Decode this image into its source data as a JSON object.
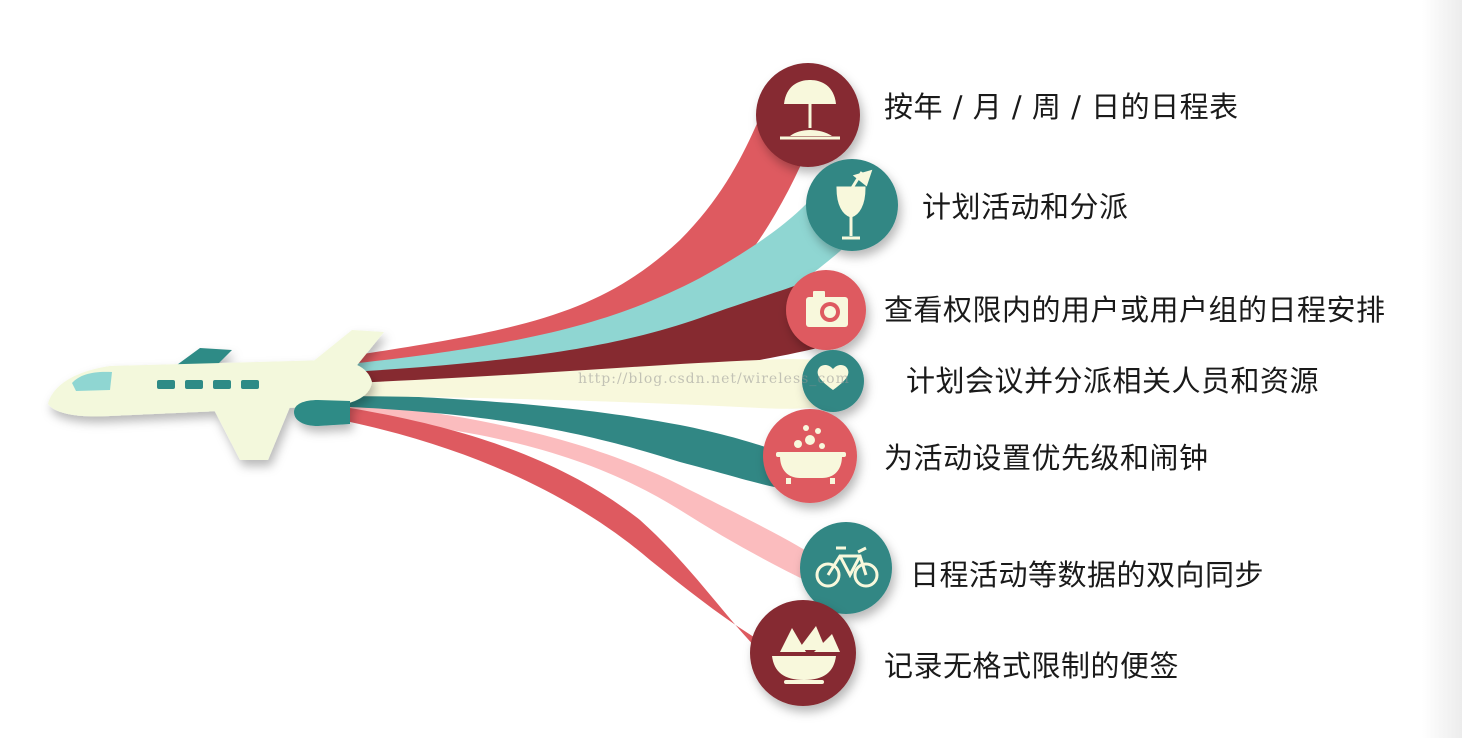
{
  "colors": {
    "red": "#de5a60",
    "teal": "#318784",
    "light_teal": "#8fd6d2",
    "maroon": "#862a30",
    "cream": "#f8f8dc",
    "pink": "#fbbcbe",
    "plane_body": "#f3f8dc",
    "plane_accent": "#2e8b86"
  },
  "watermark": "http://blog.csdn.net/wireless_com",
  "features": [
    {
      "label": "按年 / 月 / 周 / 日的日程表",
      "icon": "beach-umbrella-icon",
      "circle_color": "#862a30"
    },
    {
      "label": "计划活动和分派",
      "icon": "cocktail-glass-icon",
      "circle_color": "#318784"
    },
    {
      "label": "查看权限内的用户或用户组的日程安排",
      "icon": "camera-icon",
      "circle_color": "#de5a60"
    },
    {
      "label": "计划会议并分派相关人员和资源",
      "icon": "heart-icon",
      "circle_color": "#318784"
    },
    {
      "label": "为活动设置优先级和闹钟",
      "icon": "bathtub-icon",
      "circle_color": "#de5a60"
    },
    {
      "label": "日程活动等数据的双向同步",
      "icon": "bicycle-icon",
      "circle_color": "#318784"
    },
    {
      "label": "记录无格式限制的便签",
      "icon": "nachos-bowl-icon",
      "circle_color": "#862a30"
    }
  ]
}
